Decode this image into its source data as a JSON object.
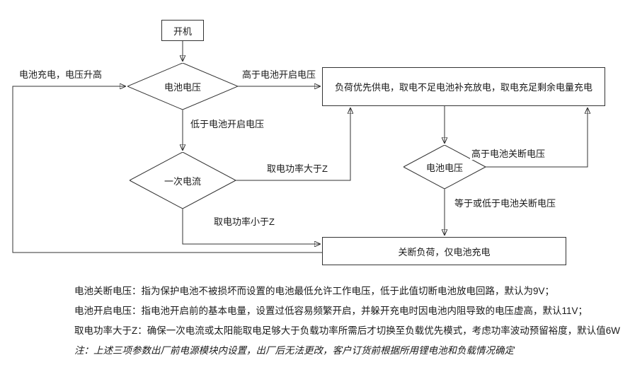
{
  "nodes": {
    "start": {
      "label": "开机"
    },
    "battery_voltage": {
      "label": "电池电压"
    },
    "primary_current": {
      "label": "一次电流"
    },
    "battery_voltage_check2": {
      "label": "电池电压"
    },
    "load_priority": {
      "label": "负荷优先供电，取电不足电池补充放电，取电充足剩余电量充电"
    },
    "load_off": {
      "label": "关断负荷，仅电池充电"
    }
  },
  "edges": {
    "charge_voltage_rise": {
      "label": "电池充电，电压升高"
    },
    "above_turn_on": {
      "label": "高于电池开启电压"
    },
    "below_turn_on": {
      "label": "低于电池开启电压"
    },
    "power_greater_z": {
      "label": "取电功率大于Z"
    },
    "power_less_z": {
      "label": "取电功率小于Z"
    },
    "above_cutoff": {
      "label": "高于电池关断电压"
    },
    "below_cutoff": {
      "label": "等于或低于电池关断电压"
    }
  },
  "notes": [
    "电池关断电压：指为保护电池不被损坏而设置的电池最低允许工作电压，低于此值切断电池放电回路，默认为9V；",
    "电池开启电压：指电池开启前的基本电量，设置过低容易频繁开启，并躲开充电时因电池内阻导致的电压虚高，默认11V；",
    "取电功率大于Z：确保一次电流或太阳能取电足够大于负载功率所需后才切换至负载优先模式，考虑功率波动预留裕度，默认值6W",
    "注：上述三项参数出厂前电源模块内设置，出厂后无法更改，客户订货前根据所用锂电池和负载情况确定"
  ],
  "colors": {
    "line": "#333333",
    "text": "#1a1a1a",
    "background": "#ffffff"
  }
}
